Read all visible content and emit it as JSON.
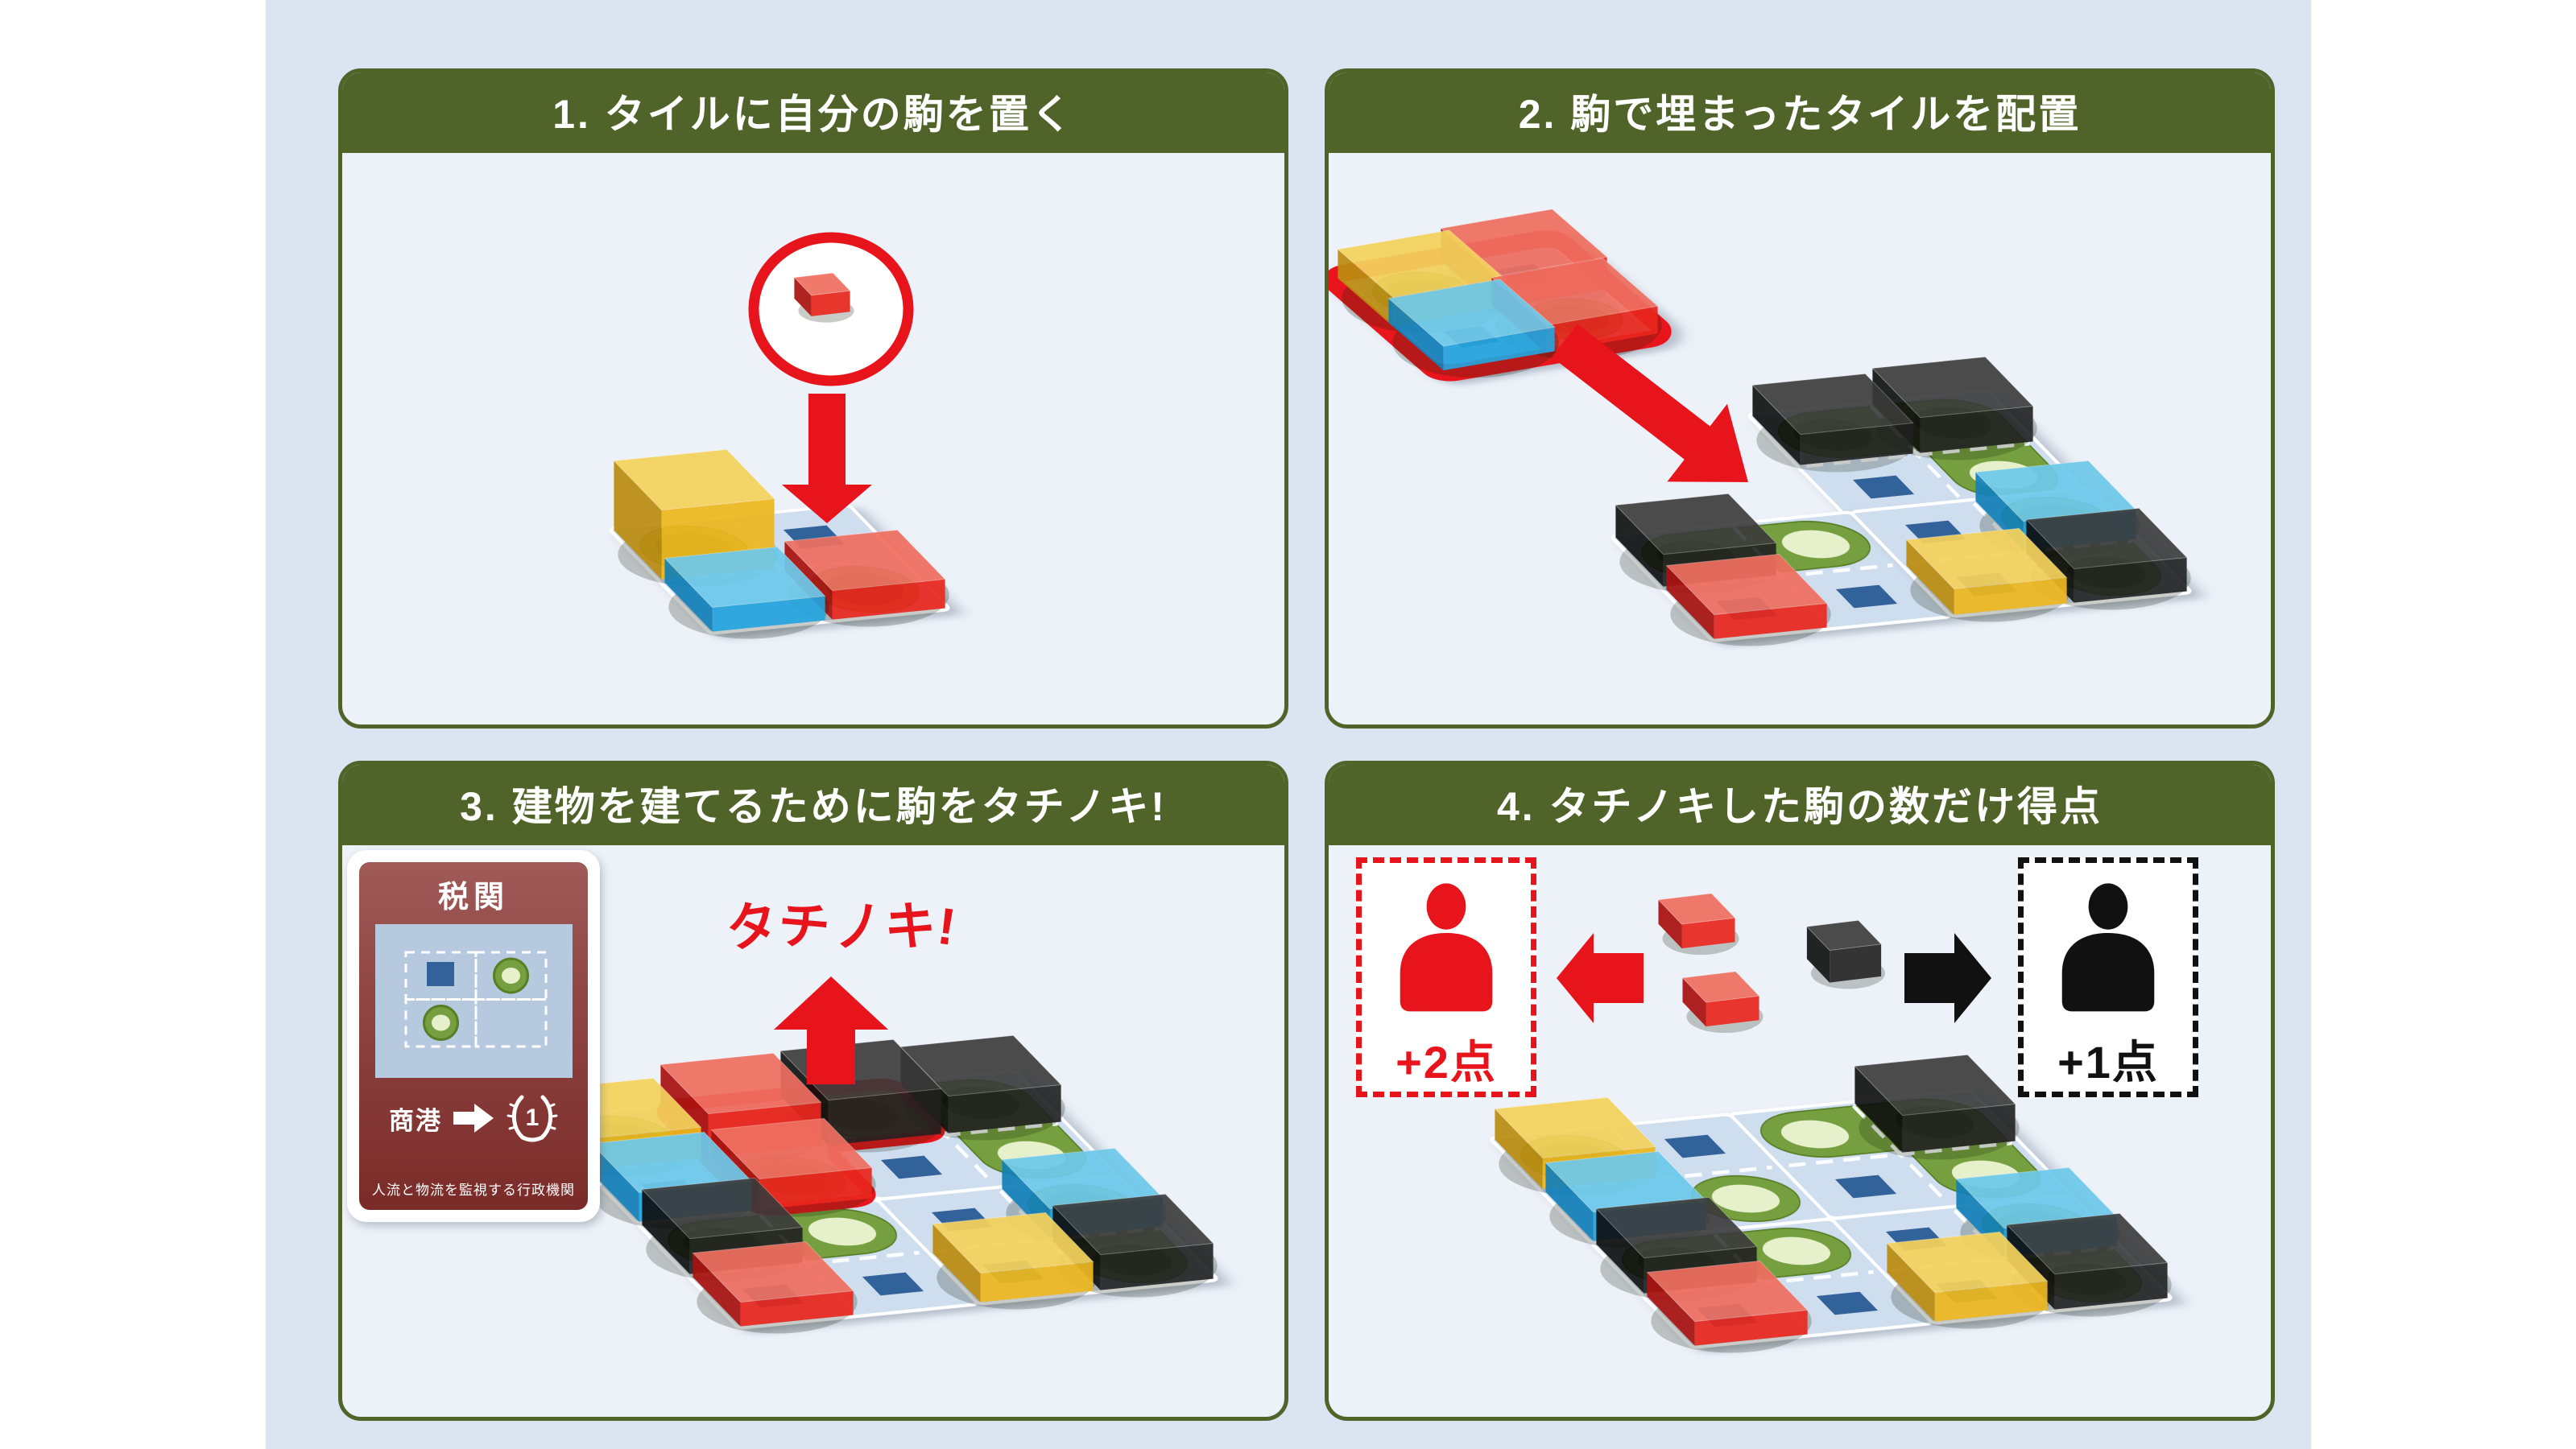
{
  "colors": {
    "page_bg": "#ffffff",
    "canvas_bg": "#dbe4f1",
    "panel_bg": "#edf1f8",
    "olive": "#50642a",
    "title_text": "#ffffff",
    "red": "#e8141b",
    "red_fill": "rgba(237,30,35,0.42)",
    "black": "#111111",
    "tile_bg": "#cfdeef",
    "tile_edge": "#ffffff",
    "green": "#76a03f",
    "green_rim": "#587f26",
    "light_oval": "#e6f0cb",
    "socket": "rgba(25,35,5,0.45)",
    "square": "#33629a",
    "card_blue": "#b7c9de",
    "cubes": {
      "red": {
        "f": "#e8271e",
        "l": "#a91310",
        "t": "#ef6f60"
      },
      "yellow": {
        "f": "#edb71f",
        "l": "#bc8c11",
        "t": "#f4d25c"
      },
      "blue": {
        "f": "#25a3dd",
        "l": "#1480b8",
        "t": "#6ec9ea"
      },
      "black": {
        "f": "#202020",
        "l": "#0d0d0d",
        "t": "#3a3a3a"
      }
    }
  },
  "panels": [
    {
      "key": "p1",
      "title": "1. タイルに自分の駒を置く"
    },
    {
      "key": "p2",
      "title": "2. 駒で埋まったタイルを配置"
    },
    {
      "key": "p3",
      "title": "3. 建物を建てるために駒をタチノキ!",
      "shout": "タチノキ!",
      "card": {
        "title": "税関",
        "requirement": "商港",
        "points": "1",
        "caption": "人流と物流を監視する行政機関"
      }
    },
    {
      "key": "p4",
      "title": "4. タチノキした駒の数だけ得点",
      "red_score": "+2点",
      "black_score": "+1点"
    }
  ],
  "boards": {
    "p1-tile": {
      "rows": 2,
      "cols": 2,
      "tiles": [
        [
          0,
          0
        ]
      ],
      "greens": [
        {
          "cells": [
            [
              0,
              0
            ]
          ]
        },
        {
          "cells": [
            [
              1,
              1
            ]
          ]
        }
      ],
      "sockets": [
        [
          0,
          0
        ],
        [
          1,
          1
        ]
      ],
      "lights": [],
      "squares": [
        [
          0,
          1
        ]
      ],
      "cubes": [
        [
          "yellow",
          0,
          0,
          86
        ],
        [
          "blue",
          1,
          0,
          30
        ],
        [
          "red",
          1,
          1,
          36
        ]
      ]
    },
    "p2-stack": {
      "rows": 2,
      "cols": 2,
      "tiles": [
        [
          0,
          0
        ]
      ],
      "outline": true,
      "greens": [
        {
          "cells": [
            [
              0,
              0
            ]
          ]
        },
        {
          "cells": [
            [
              1,
              1
            ]
          ]
        }
      ],
      "sockets": [
        [
          0,
          0
        ],
        [
          1,
          1
        ]
      ],
      "lights": [],
      "squares": [
        [
          0,
          1
        ],
        [
          1,
          0
        ]
      ],
      "cubes": [
        [
          "yellow",
          0,
          0,
          36
        ],
        [
          "red",
          0,
          1,
          40
        ],
        [
          "blue",
          1,
          0,
          30
        ],
        [
          "red",
          1,
          1,
          34
        ]
      ]
    },
    "p2-top": {
      "rows": 2,
      "cols": 2,
      "tiles": [
        [
          0,
          0
        ]
      ],
      "greens": [
        {
          "cells": [
            [
              0,
              0
            ],
            [
              0,
              1
            ]
          ]
        },
        {
          "cells": [
            [
              0,
              1
            ],
            [
              1,
              1
            ]
          ]
        }
      ],
      "sockets": [
        [
          0,
          0
        ],
        [
          0,
          1
        ]
      ],
      "lights": [
        [
          1,
          1
        ]
      ],
      "squares": [
        [
          1,
          0
        ]
      ],
      "cubes": [
        [
          "black",
          0,
          0,
          38
        ],
        [
          "black",
          0,
          1,
          44
        ]
      ]
    },
    "p2-bl": {
      "rows": 2,
      "cols": 2,
      "tiles": [
        [
          0,
          0
        ]
      ],
      "greens": [
        {
          "cells": [
            [
              0,
              0
            ],
            [
              0,
              1
            ]
          ]
        }
      ],
      "sockets": [
        [
          0,
          0
        ]
      ],
      "lights": [
        [
          0,
          1
        ]
      ],
      "squares": [
        [
          1,
          0
        ],
        [
          1,
          1
        ]
      ],
      "cubes": [
        [
          "black",
          0,
          0,
          40
        ],
        [
          "red",
          1,
          0,
          30
        ]
      ]
    },
    "p2-br": {
      "rows": 2,
      "cols": 2,
      "tiles": [
        [
          0,
          0
        ]
      ],
      "greens": [
        {
          "cells": [
            [
              0,
              1
            ],
            [
              1,
              1
            ]
          ]
        }
      ],
      "sockets": [
        [
          0,
          1
        ],
        [
          1,
          1
        ]
      ],
      "lights": [],
      "squares": [
        [
          0,
          0
        ],
        [
          1,
          0
        ]
      ],
      "cubes": [
        [
          "blue",
          0,
          1,
          36
        ],
        [
          "yellow",
          1,
          0,
          32
        ],
        [
          "black",
          1,
          1,
          42
        ]
      ]
    },
    "p3-board": {
      "rows": 4,
      "cols": 4,
      "tiles": [
        [
          0,
          0
        ],
        [
          0,
          2
        ],
        [
          2,
          0
        ],
        [
          2,
          2
        ]
      ],
      "greens": [
        {
          "cells": [
            [
              0,
              0
            ]
          ]
        },
        {
          "cells": [
            [
              1,
              1
            ]
          ]
        },
        {
          "cells": [
            [
              0,
              2
            ],
            [
              0,
              3
            ]
          ]
        },
        {
          "cells": [
            [
              0,
              3
            ],
            [
              1,
              3
            ]
          ]
        },
        {
          "cells": [
            [
              2,
              0
            ],
            [
              2,
              1
            ]
          ]
        },
        {
          "cells": [
            [
              2,
              3
            ],
            [
              3,
              3
            ]
          ]
        }
      ],
      "sockets": [
        [
          0,
          0
        ],
        [
          1,
          1
        ],
        [
          0,
          2
        ],
        [
          0,
          3
        ],
        [
          2,
          0
        ],
        [
          2,
          3
        ],
        [
          3,
          3
        ]
      ],
      "lights": [
        [
          1,
          3
        ],
        [
          2,
          1
        ]
      ],
      "squares": [
        [
          1,
          0
        ],
        [
          1,
          2
        ],
        [
          2,
          2
        ],
        [
          3,
          0
        ],
        [
          3,
          1
        ],
        [
          3,
          2
        ]
      ],
      "redRegion": {
        "cells": [
          [
            0,
            1
          ],
          [
            0,
            2
          ],
          [
            1,
            1
          ]
        ]
      },
      "cubes": [
        [
          "yellow",
          0,
          0,
          38
        ],
        [
          "blue",
          1,
          0,
          36
        ],
        [
          "red",
          0,
          1,
          54
        ],
        [
          "red",
          1,
          1,
          38
        ],
        [
          "black",
          0,
          2,
          56
        ],
        [
          "black",
          0,
          3,
          46
        ],
        [
          "black",
          2,
          0,
          44
        ],
        [
          "red",
          3,
          0,
          30
        ],
        [
          "yellow",
          3,
          2,
          36
        ],
        [
          "blue",
          2,
          3,
          36
        ],
        [
          "black",
          3,
          3,
          44
        ]
      ]
    },
    "p4-board": {
      "rows": 4,
      "cols": 4,
      "tiles": [
        [
          0,
          0
        ],
        [
          0,
          2
        ],
        [
          2,
          0
        ],
        [
          2,
          2
        ]
      ],
      "greens": [
        {
          "cells": [
            [
              0,
              0
            ]
          ]
        },
        {
          "cells": [
            [
              1,
              1
            ]
          ]
        },
        {
          "cells": [
            [
              0,
              2
            ],
            [
              0,
              3
            ]
          ]
        },
        {
          "cells": [
            [
              0,
              3
            ],
            [
              1,
              3
            ]
          ]
        },
        {
          "cells": [
            [
              2,
              0
            ],
            [
              2,
              1
            ]
          ]
        },
        {
          "cells": [
            [
              2,
              3
            ],
            [
              3,
              3
            ]
          ]
        }
      ],
      "sockets": [
        [
          0,
          0
        ],
        [
          0,
          3
        ],
        [
          2,
          0
        ],
        [
          2,
          3
        ],
        [
          3,
          3
        ]
      ],
      "lights": [
        [
          1,
          1
        ],
        [
          0,
          2
        ],
        [
          1,
          3
        ],
        [
          2,
          1
        ]
      ],
      "squares": [
        [
          0,
          1
        ],
        [
          1,
          2
        ],
        [
          2,
          2
        ],
        [
          3,
          0
        ],
        [
          3,
          1
        ],
        [
          3,
          2
        ]
      ],
      "cubes": [
        [
          "yellow",
          0,
          0,
          38
        ],
        [
          "blue",
          1,
          0,
          36
        ],
        [
          "black",
          0,
          3,
          46
        ],
        [
          "black",
          2,
          0,
          44
        ],
        [
          "red",
          3,
          0,
          30
        ],
        [
          "yellow",
          3,
          2,
          36
        ],
        [
          "blue",
          2,
          3,
          36
        ],
        [
          "black",
          3,
          3,
          44
        ]
      ]
    }
  }
}
